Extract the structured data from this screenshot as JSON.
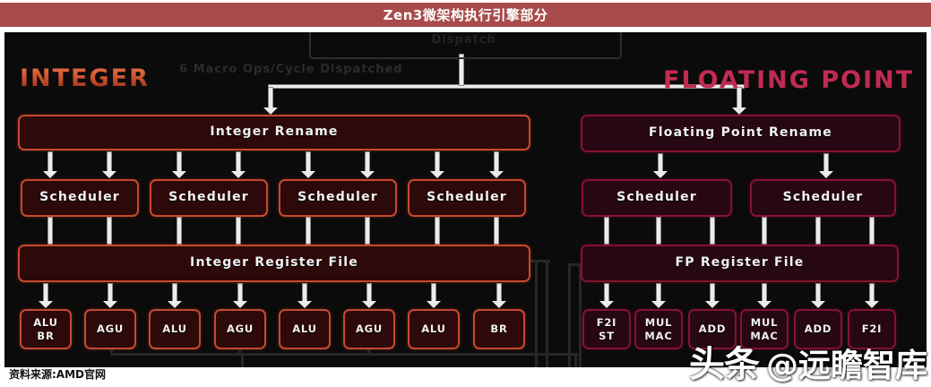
{
  "title_bar": {
    "text": "Zen3微架构执行引擎部分"
  },
  "diagram": {
    "dispatch_label": "Dispatch",
    "dispatch_note": "6 Macro Ops/Cycle Dispatched",
    "integer": {
      "heading": "INTEGER",
      "rename": "Integer Rename",
      "schedulers": [
        "Scheduler",
        "Scheduler",
        "Scheduler",
        "Scheduler"
      ],
      "register_file": "Integer Register File",
      "exec_units": [
        "ALU\nBR",
        "AGU",
        "ALU",
        "AGU",
        "ALU",
        "AGU",
        "ALU",
        "BR"
      ]
    },
    "floating_point": {
      "heading": "FLOATING POINT",
      "rename": "Floating Point Rename",
      "schedulers": [
        "Scheduler",
        "Scheduler"
      ],
      "register_file": "FP Register File",
      "exec_units": [
        "F2I\nST",
        "MUL\nMAC",
        "ADD",
        "MUL\nMAC",
        "ADD",
        "F2I"
      ]
    },
    "colors": {
      "title_bar": "#a94b4b",
      "integer_accent": "#c8482e",
      "integer_heading": "#cf5430",
      "fp_accent": "#87122f",
      "fp_heading": "#c12b52"
    }
  },
  "footer": {
    "source": "资料来源:AMD官网"
  },
  "watermark": {
    "brand": "头条",
    "handle": "@远瞻智库"
  }
}
